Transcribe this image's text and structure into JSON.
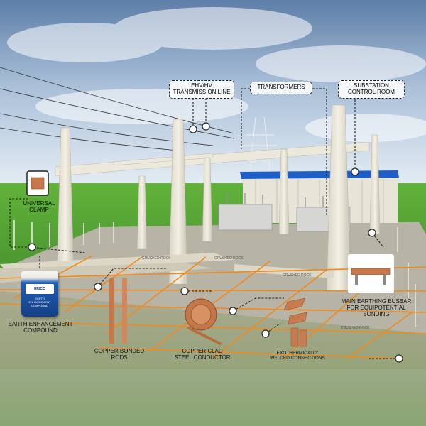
{
  "callouts": {
    "transmission_line": "EHV/HV\nTRANSMISSION LINE",
    "transformers": "TRANSFORMERS",
    "control_room": "SUBSTATION\nCONTROL ROOM"
  },
  "labels": {
    "universal_clamp": "UNIVERSAL\nCLAMP",
    "earth_enhancement": "EARTH ENHANCEMENT\nCOMPOUND",
    "copper_bonded_rods": "COPPER BONDED\nRODS",
    "copper_clad": "COPPER CLAD\nSTEEL CONDUCTOR",
    "exothermic": "EXOTHERMICALLY\nWELDED CONNECTIONS",
    "busbar": "MAIN EARTHING BUSBAR\nFOR EQUIPOTENTIAL\nBONDING"
  },
  "ground_labels": {
    "crushed_rock_1": "CRUSHED ROCK",
    "crushed_rock_2": "CRUSHED ROCK",
    "crushed_rock_3": "CRUSHED ROCK",
    "crushed_rock_4": "CRUSHED ROCK"
  },
  "product": {
    "brand": "ERICO",
    "sub": "EARTH ENHANCEMENT COMPOUND"
  },
  "colors": {
    "sky_top": "#6f8fb5",
    "grass": "#5fae3a",
    "gravel": "#b9b5a8",
    "grid": "#f08a1c",
    "concrete": "#e8e4d6",
    "roof": "#1f5ec9",
    "copper": "#c8774a"
  }
}
